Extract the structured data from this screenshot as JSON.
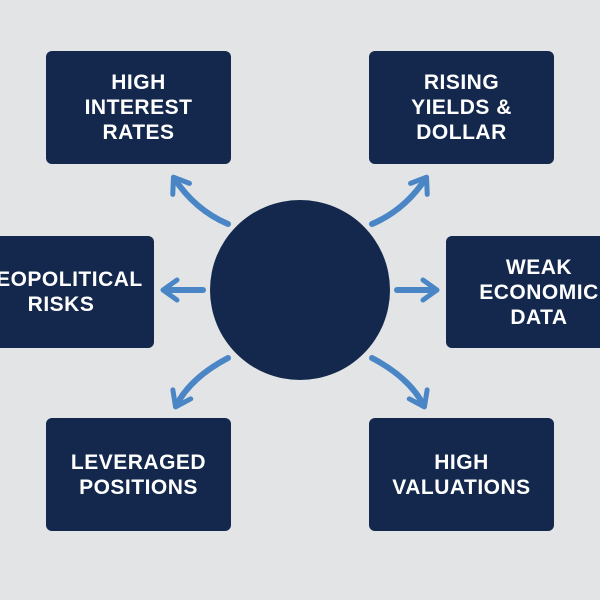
{
  "diagram": {
    "center": {
      "label": ""
    },
    "nodes": [
      {
        "id": "interest",
        "lines": [
          "HIGH",
          "INTEREST",
          "RATES"
        ]
      },
      {
        "id": "yields",
        "lines": [
          "RISING",
          "YIELDS &",
          "DOLLAR"
        ]
      },
      {
        "id": "geo",
        "lines": [
          "GEOPOLITICAL",
          "RISKS"
        ]
      },
      {
        "id": "weak",
        "lines": [
          "WEAK",
          "ECONOMIC",
          "DATA"
        ]
      },
      {
        "id": "lever",
        "lines": [
          "LEVERAGED",
          "POSITIONS"
        ]
      },
      {
        "id": "val",
        "lines": [
          "HIGH",
          "VALUATIONS"
        ]
      }
    ],
    "colors": {
      "background": "#e3e4e6",
      "box": "#13284c",
      "text": "#ffffff",
      "arrow": "#4a86c5"
    }
  }
}
